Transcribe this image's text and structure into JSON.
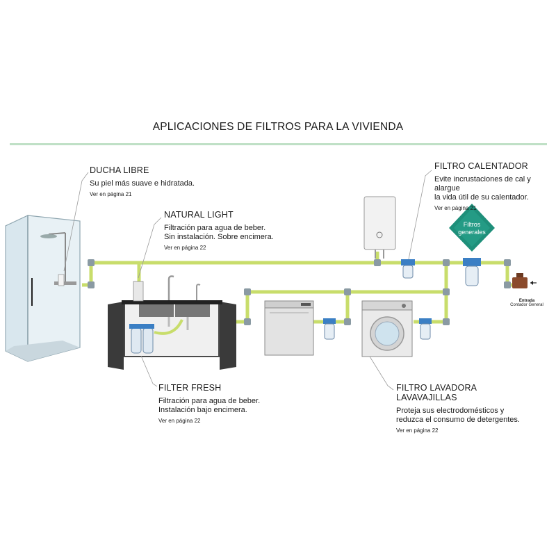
{
  "title": "APLICACIONES DE FILTROS PARA LA VIVIENDA",
  "labels": {
    "ducha": {
      "heading": "DUCHA LIBRE",
      "text": "Su piel más suave e hidratada.",
      "ref": "Ver en página 21"
    },
    "natural": {
      "heading": "NATURAL LIGHT",
      "line1": "Filtración para agua de beber.",
      "line2": "Sin instalación. Sobre encimera.",
      "ref": "Ver en página 22"
    },
    "calentador": {
      "heading": "FILTRO CALENTADOR",
      "line1": "Evite incrustaciones de cal y alargue",
      "line2": "la vida útil de su calentador.",
      "ref": "Ver en página 21"
    },
    "fresh": {
      "heading": "FILTER FRESH",
      "line1": "Filtración para agua de beber.",
      "line2": "Instalación bajo encimera.",
      "ref": "Ver en página 22"
    },
    "lavadora": {
      "heading1": "FILTRO LAVADORA",
      "heading2": "LAVAVAJILLAS",
      "line1": "Proteja sus electrodomésticos y",
      "line2": "reduzca el consumo de detergentes.",
      "ref": "Ver en página 22"
    }
  },
  "badge": {
    "line1": "Filtros",
    "line2": "generales"
  },
  "entrada": {
    "line1": "Entrada",
    "line2": "Contador General"
  },
  "colors": {
    "pipe": "#c8dd6b",
    "pipe_joint": "#8a9aa3",
    "rule": "#bfe0c6",
    "badge": "#1e8f7a",
    "filter_blue": "#3b7fc4",
    "cabinet": "#3a3a3a",
    "leader": "#9a9a9a"
  }
}
